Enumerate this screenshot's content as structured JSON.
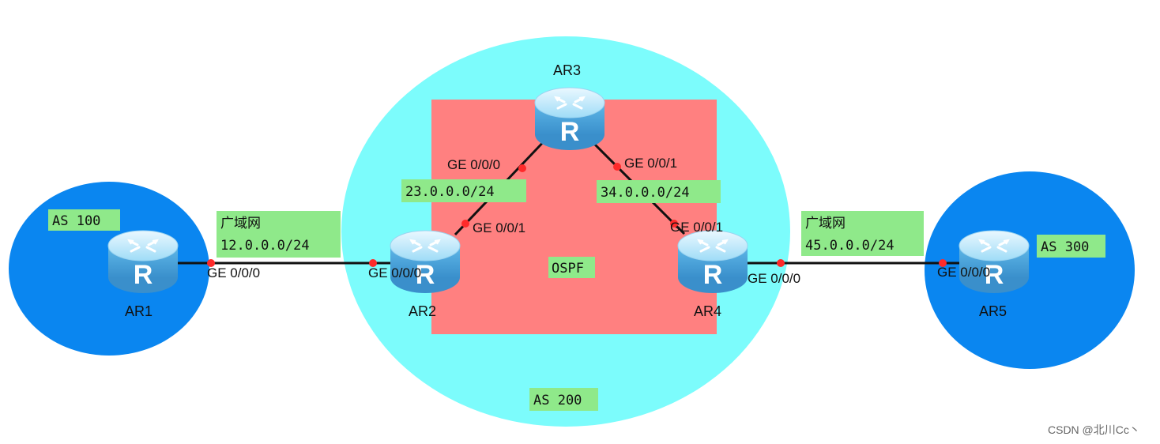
{
  "colors": {
    "as_blue": "#0a86f0",
    "as200_cyan": "#7cfcfc",
    "ospf_red": "#ff8080",
    "label_green": "#8fe98a",
    "link_dot": "#ff2a2a",
    "router_blue": "#7cc8ef"
  },
  "areas": {
    "as100": "AS 100",
    "as200": "AS 200",
    "as300": "AS 300",
    "ospf": "OSPF"
  },
  "routers": {
    "ar1": "AR1",
    "ar2": "AR2",
    "ar3": "AR3",
    "ar4": "AR4",
    "ar5": "AR5",
    "glyph": "R"
  },
  "links": {
    "ar1_ar2": {
      "wan": "广域网",
      "subnet": "12.0.0.0/24",
      "ar1_if": "GE 0/0/0",
      "ar2_if": "GE 0/0/0"
    },
    "ar2_ar3": {
      "subnet": "23.0.0.0/24",
      "ar2_if": "GE 0/0/1",
      "ar3_if": "GE 0/0/0"
    },
    "ar3_ar4": {
      "subnet": "34.0.0.0/24",
      "ar3_if": "GE 0/0/1",
      "ar4_if": "GE 0/0/1"
    },
    "ar4_ar5": {
      "wan": "广域网",
      "subnet": "45.0.0.0/24",
      "ar4_if": "GE 0/0/0",
      "ar5_if": "GE 0/0/0"
    }
  },
  "watermark": "CSDN @北川Cc丶"
}
